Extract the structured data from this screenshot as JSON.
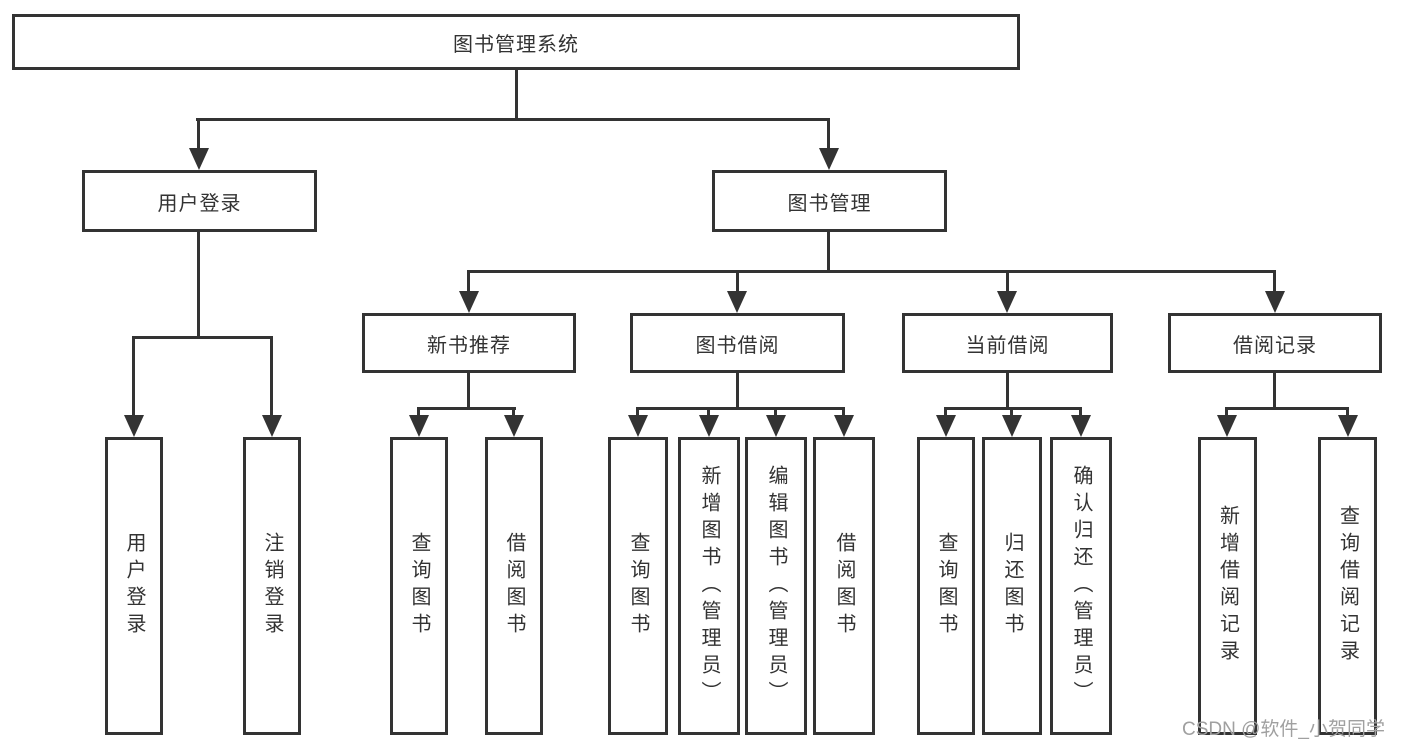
{
  "colors": {
    "line": "#333333",
    "text": "#333333",
    "watermark": "#a0a0a0",
    "background": "#ffffff"
  },
  "diagram": {
    "type": "hierarchy-tree",
    "root": {
      "label": "图书管理系统"
    },
    "login_branch": {
      "label": "用户登录",
      "leaves": [
        "用户登录",
        "注销登录"
      ]
    },
    "mgmt_branch": {
      "label": "图书管理",
      "groups": [
        {
          "label": "新书推荐",
          "leaves": [
            "查询图书",
            "借阅图书"
          ]
        },
        {
          "label": "图书借阅",
          "leaves": [
            "查询图书",
            "新增图书（管理员）",
            "编辑图书（管理员）",
            "借阅图书"
          ]
        },
        {
          "label": "当前借阅",
          "leaves": [
            "查询图书",
            "归还图书",
            "确认归还（管理员）"
          ]
        },
        {
          "label": "借阅记录",
          "leaves": [
            "新增借阅记录",
            "查询借阅记录"
          ]
        }
      ]
    }
  },
  "watermark": {
    "text": "CSDN @软件_小贺同学"
  }
}
